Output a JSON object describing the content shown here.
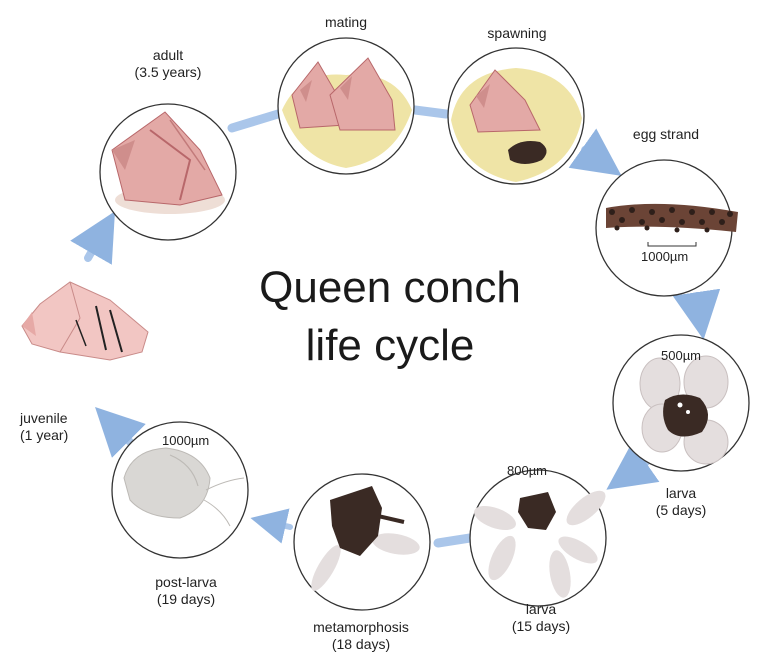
{
  "title": {
    "line1": "Queen conch",
    "line2": "life cycle"
  },
  "stages": [
    {
      "name": "adult",
      "detail": "(3.5 years)"
    },
    {
      "name": "mating"
    },
    {
      "name": "spawning"
    },
    {
      "name": "egg strand",
      "scale": "1000µm"
    },
    {
      "name": "larva",
      "detail": "(5 days)",
      "scale": "500µm"
    },
    {
      "name": "larva",
      "detail": "(15 days)",
      "scale": "800µm"
    },
    {
      "name": "metamorphosis",
      "detail": "(18 days)"
    },
    {
      "name": "post-larva",
      "detail": "(19 days)",
      "scale": "1000µm"
    },
    {
      "name": "juvenile",
      "detail": "(1 year)"
    }
  ],
  "colors": {
    "arrow": "#8fb3e0",
    "circle_border": "#333333",
    "shell_pink": "#e3a9a6",
    "shell_dark": "#b8676a",
    "sand": "#efe4a6",
    "larva_dark": "#3a2a24",
    "larva_wing": "#e4dede"
  }
}
